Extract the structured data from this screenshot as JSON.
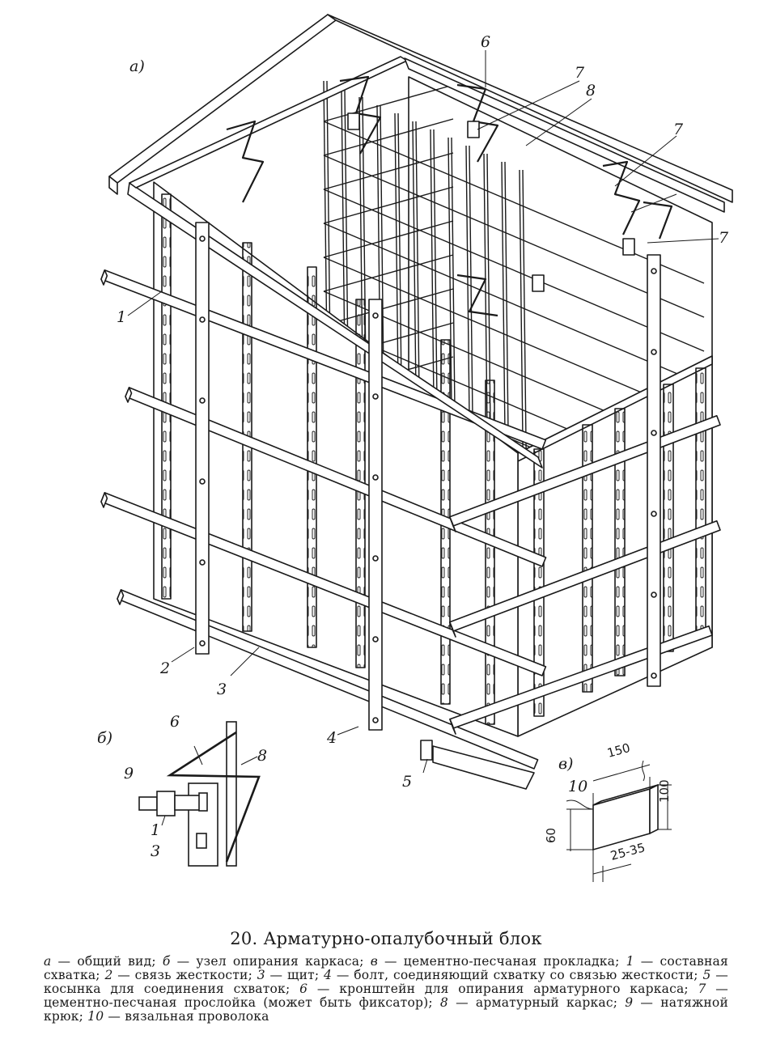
{
  "figure": {
    "title": "20. Арматурно-опалубочный блок",
    "legend": [
      {
        "key": "а",
        "text": "общий вид;"
      },
      {
        "key": "б",
        "text": "узел опирания каркаса;"
      },
      {
        "key": "в",
        "text": "цементно-песчаная прокладка;"
      },
      {
        "key": "1",
        "text": "составная схватка;"
      },
      {
        "key": "2",
        "text": "связь жесткости;"
      },
      {
        "key": "3",
        "text": "щит;"
      },
      {
        "key": "4",
        "text": "болт, соединяющий схватку со связью жесткости;"
      },
      {
        "key": "5",
        "text": "косынка для соединения схваток;"
      },
      {
        "key": "6",
        "text": "кронштейн для опирания арматурного каркаса;"
      },
      {
        "key": "7",
        "text": "цементно-песчаная прослойка (может быть фиксатор);"
      },
      {
        "key": "8",
        "text": "арматурный каркас;"
      },
      {
        "key": "9",
        "text": "натяжной крюк;"
      },
      {
        "key": "10",
        "text": "вязальная проволока"
      }
    ]
  },
  "view_a": {
    "label": "а)",
    "callouts": {
      "c1": "1",
      "c2": "2",
      "c3": "3",
      "c4": "4",
      "c5": "5",
      "c6": "6",
      "c7a": "7",
      "c7b": "7",
      "c7c": "7",
      "c8": "8"
    }
  },
  "view_b": {
    "label": "б)",
    "callouts": {
      "c1": "1",
      "c3": "3",
      "c6": "6",
      "c8": "8",
      "c9": "9"
    }
  },
  "view_c": {
    "label": "в)",
    "callouts": {
      "c10": "10"
    },
    "dimensions": {
      "width": "150",
      "height": "100",
      "thickness": "25-35",
      "depth": "60"
    }
  }
}
